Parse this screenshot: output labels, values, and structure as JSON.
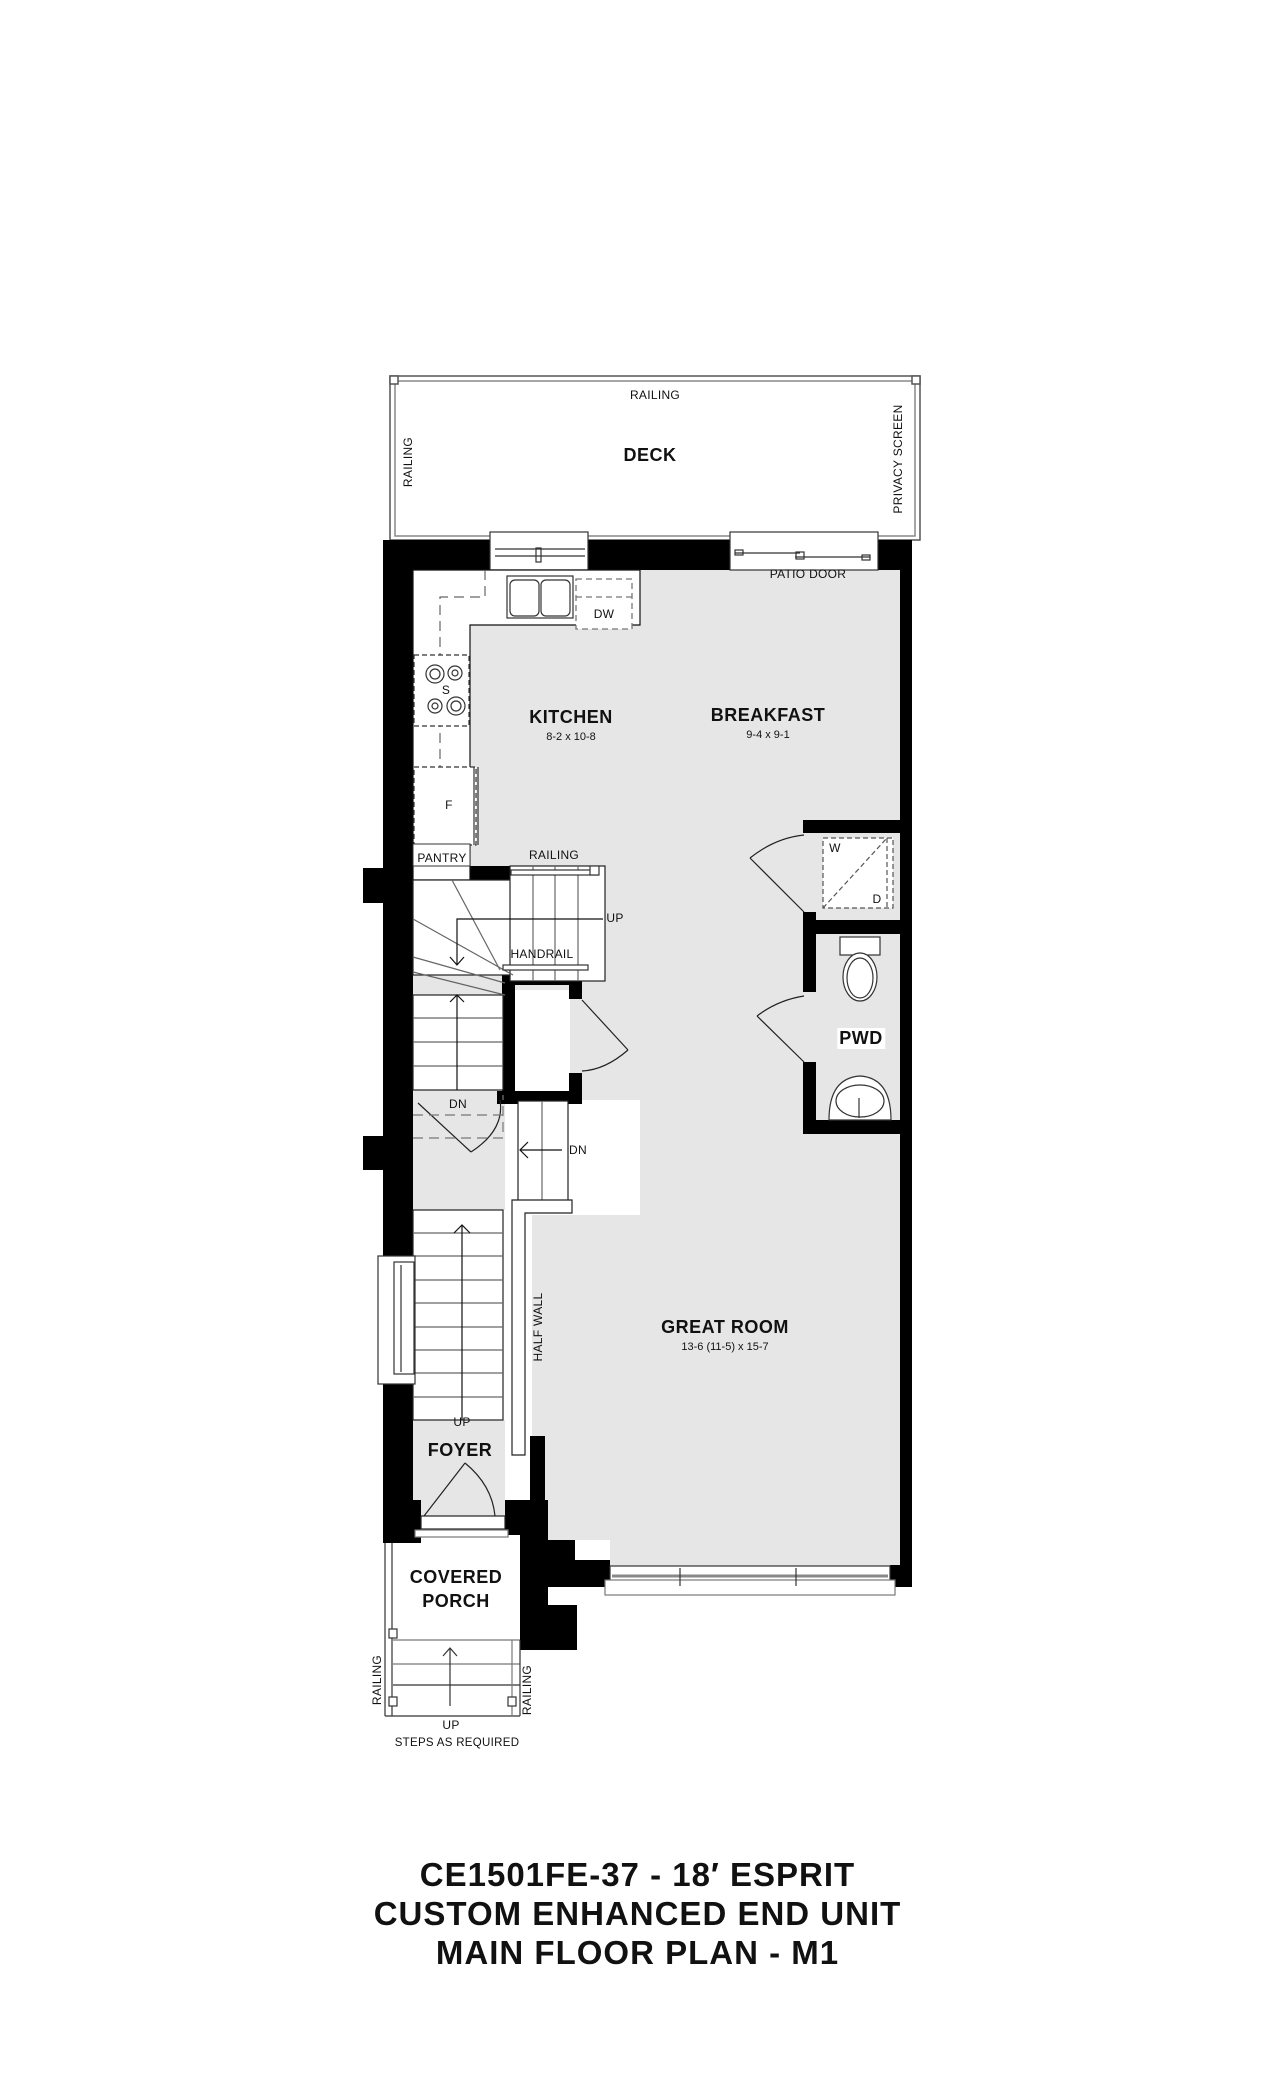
{
  "plan": {
    "colors": {
      "wall": "#000000",
      "floor": "#e6e6e6",
      "exterior": "#ffffff",
      "line": "#808080"
    },
    "rooms": {
      "deck": {
        "name": "DECK"
      },
      "kitchen": {
        "name": "KITCHEN",
        "dims": "8-2 x 10-8"
      },
      "breakfast": {
        "name": "BREAKFAST",
        "dims": "9-4 x 9-1"
      },
      "pwd": {
        "name": "PWD"
      },
      "great_room": {
        "name": "GREAT ROOM",
        "dims": "13-6 (11-5) x 15-7"
      },
      "foyer": {
        "name": "FOYER"
      },
      "covered_porch": {
        "name_line1": "COVERED",
        "name_line2": "PORCH"
      }
    },
    "notes": {
      "deck_railing_top": "RAILING",
      "deck_railing_left": "RAILING",
      "privacy_screen": "PRIVACY SCREEN",
      "patio_door": "PATIO DOOR",
      "dishwasher": "DW",
      "stove": "S",
      "fridge": "F",
      "pantry": "PANTRY",
      "stair_railing": "RAILING",
      "stair_up": "UP",
      "handrail": "HANDRAIL",
      "stair_dn_left": "DN",
      "stair_dn_right": "DN",
      "washer": "W",
      "dryer": "D",
      "half_wall": "HALF WALL",
      "foyer_up": "UP",
      "porch_railing_left": "RAILING",
      "porch_railing_right": "RAILING",
      "porch_up": "UP",
      "steps_as_required": "STEPS AS REQUIRED"
    }
  },
  "title_block": {
    "line1": "CE1501FE-37 - 18′ ESPRIT",
    "line2": "CUSTOM ENHANCED END UNIT",
    "line3": "MAIN FLOOR PLAN - M1"
  }
}
